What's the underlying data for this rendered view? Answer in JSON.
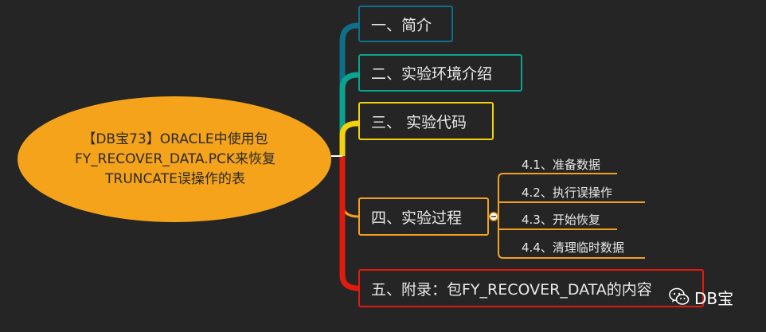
{
  "root": {
    "lines": [
      "【DB宝73】ORACLE中使用包",
      "FY_RECOVER_DATA.PCK来恢复",
      "TRUNCATE误操作的表"
    ],
    "fill": "#f5a31a"
  },
  "branches": [
    {
      "label": "一、简介",
      "color": "#0e6f8a"
    },
    {
      "label": "二、实验环境介绍",
      "color": "#0aa38f"
    },
    {
      "label": "三、 实验代码",
      "color": "#f2d20b"
    },
    {
      "label": "四、实验过程",
      "color": "#f2a01e"
    },
    {
      "label": "五、附录：包FY_RECOVER_DATA的内容",
      "color": "#e01b0d"
    }
  ],
  "subitems": [
    "4.1、准备数据",
    "4.2、执行误操作",
    "4.3、开始恢复",
    "4.4、清理临时数据"
  ],
  "watermark": {
    "label": "DB宝",
    "icon": "wechat-icon"
  }
}
